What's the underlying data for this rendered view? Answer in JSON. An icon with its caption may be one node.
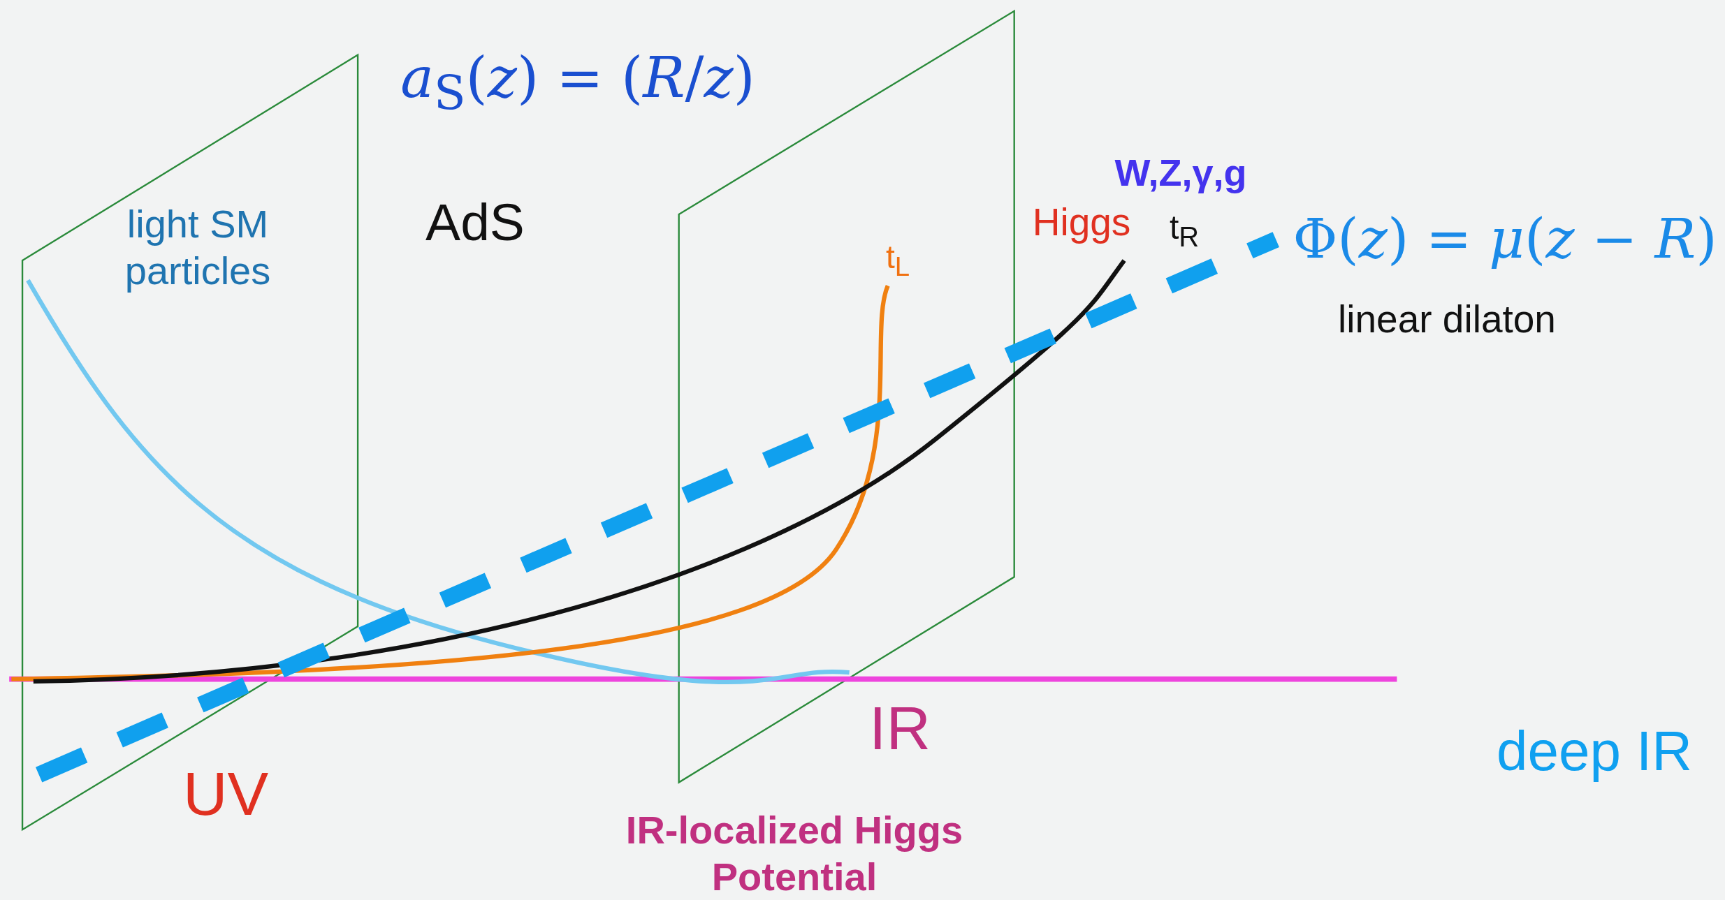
{
  "diagram": {
    "labels": [
      "*a*$_{S}$(*z*) = (*R*/*z*)",
      "light SM particles",
      "AdS",
      "W,Z,γ,g",
      "Higgs",
      "t$_{R}$",
      "Φ(*z*) = *μ*(*z* − *R*)",
      "t$_{L}$",
      "linear dilaton",
      "IR",
      "deep IR",
      "UV",
      "IR-localized Higgs Potential"
    ]
  }
}
